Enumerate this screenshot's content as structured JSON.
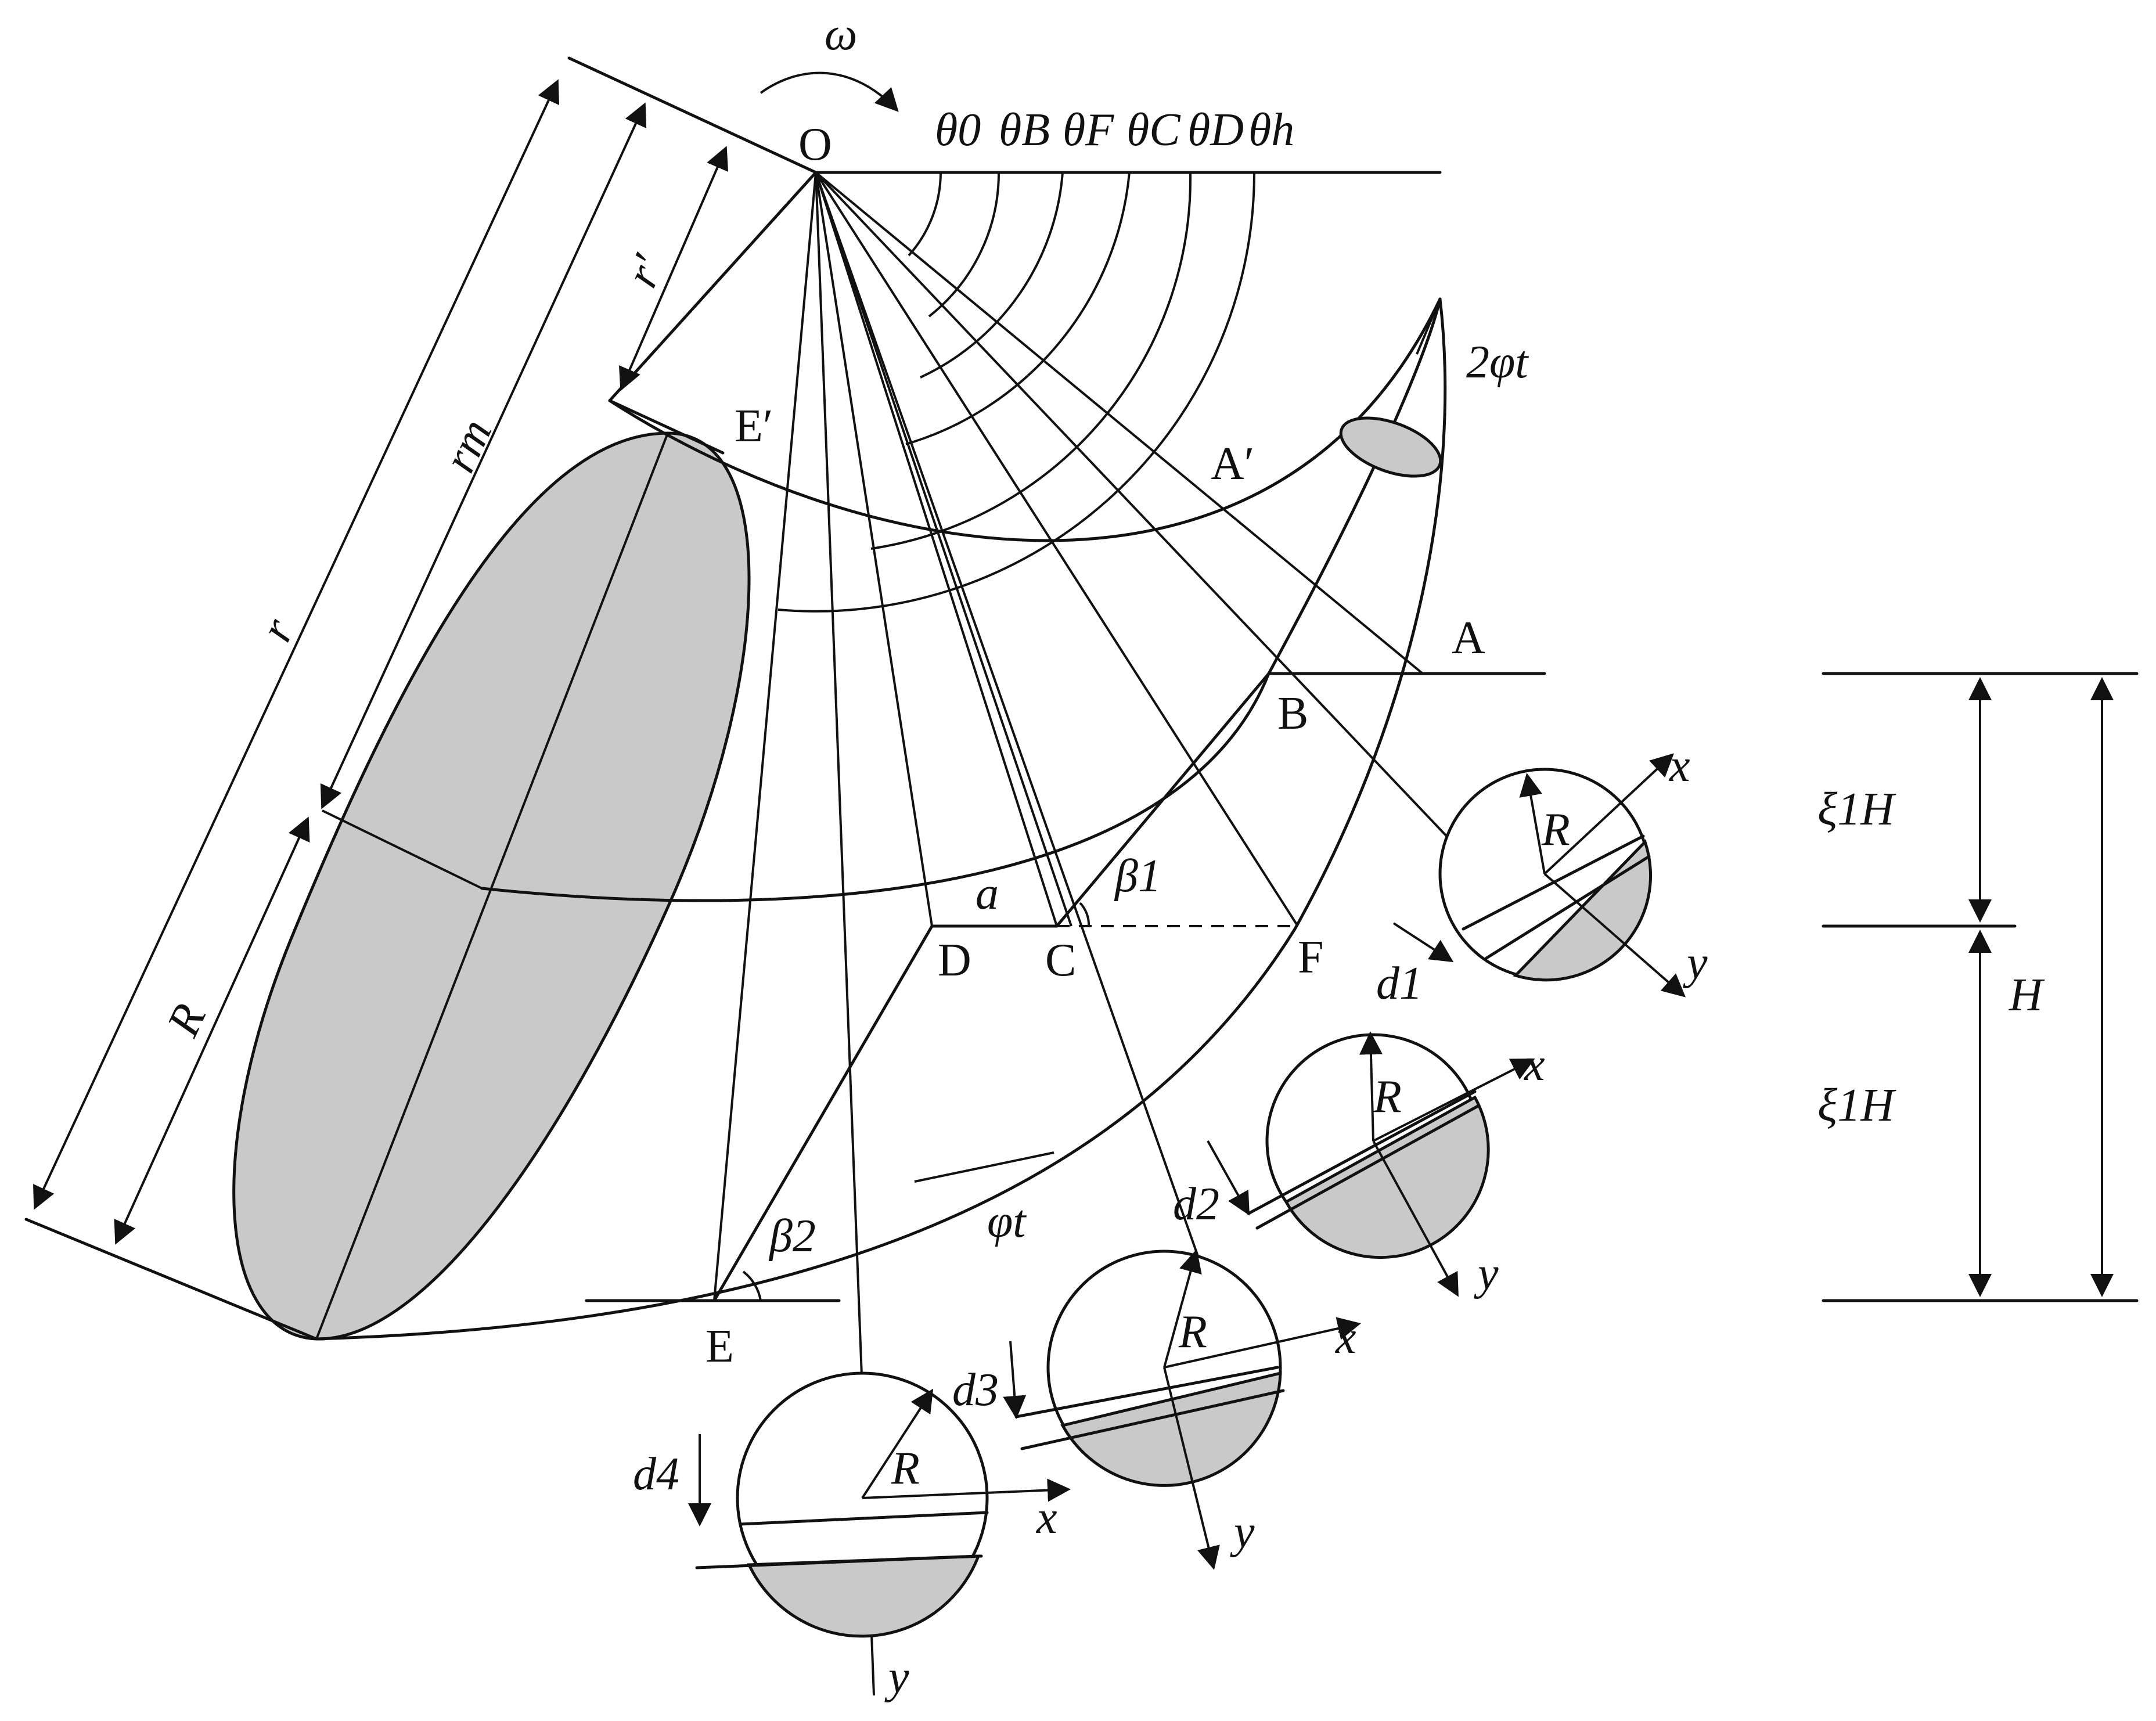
{
  "labels": {
    "omega": "ω",
    "O": "O",
    "theta0": "θ0",
    "thetaB": "θB",
    "thetaF": "θF",
    "thetaC": "θC",
    "thetaD": "θD",
    "thetah": "θh",
    "r_prime": "r′",
    "r_m": "rm",
    "r": "r",
    "R_left": "R",
    "E_prime": "E′",
    "A_prime": "A′",
    "two_phi_t": "2φt",
    "A": "A",
    "B": "B",
    "a": "a",
    "beta1": "β1",
    "D": "D",
    "C": "C",
    "F": "F",
    "E": "E",
    "beta2": "β2",
    "phi_t": "φt",
    "xi1H_top": "ξ1H",
    "xi1H_bottom": "ξ1H",
    "H": "H",
    "circle1": {
      "R": "R",
      "x": "x",
      "y": "y",
      "d": "d1"
    },
    "circle2": {
      "R": "R",
      "x": "x",
      "y": "y",
      "d": "d2"
    },
    "circle3": {
      "R": "R",
      "x": "x",
      "y": "y",
      "d": "d3"
    },
    "circle4": {
      "R": "R",
      "x": "x",
      "y": "y",
      "d": "d4"
    }
  }
}
